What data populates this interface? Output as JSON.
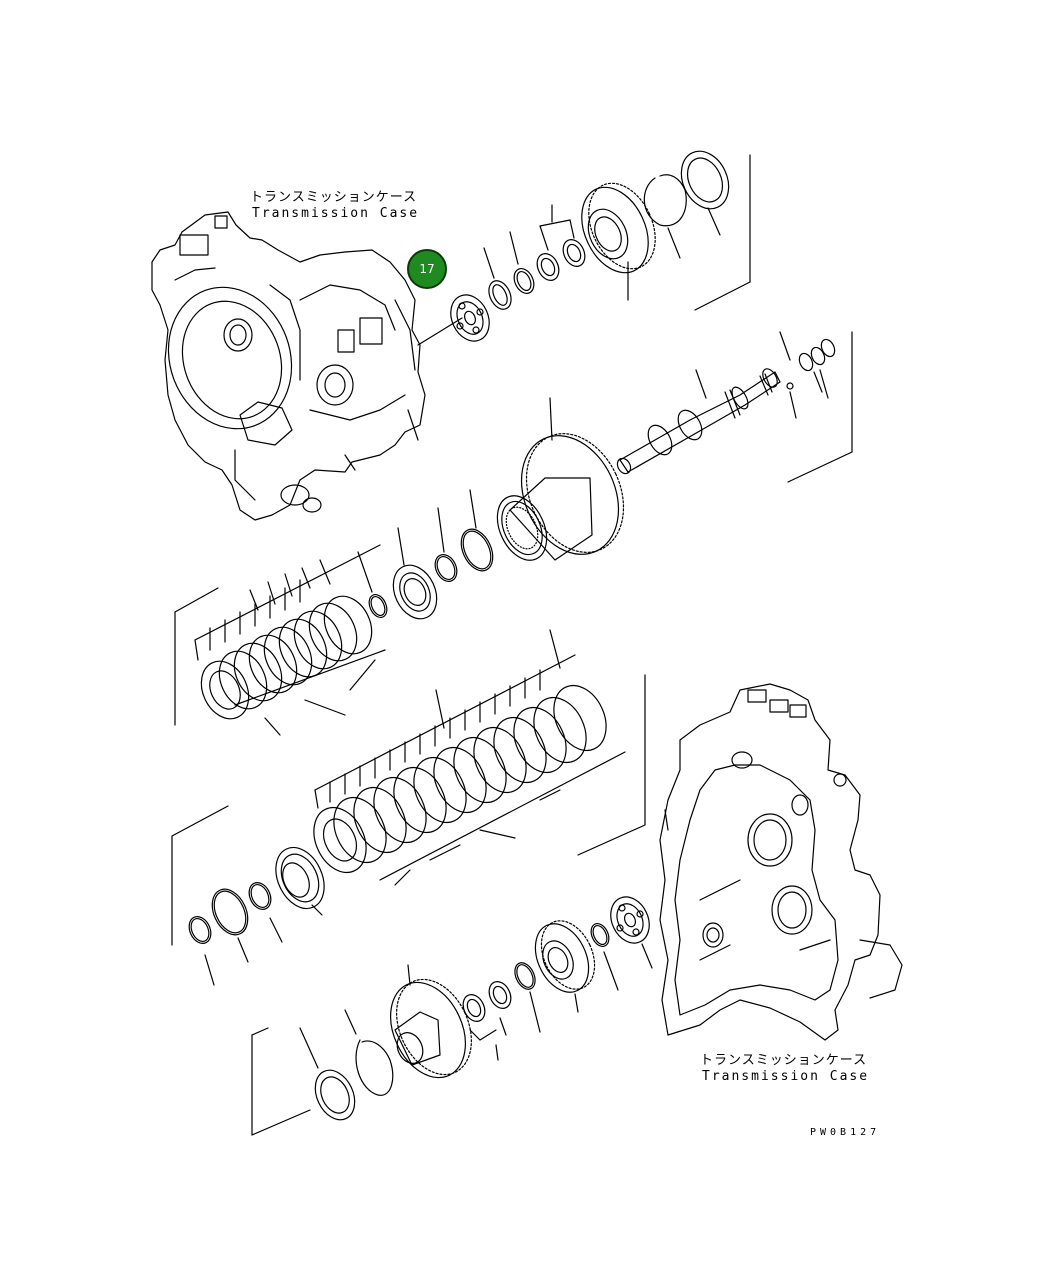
{
  "labels": {
    "top_case_jp": "トランスミッションケース",
    "top_case_en": "Transmission Case",
    "bottom_case_jp": "トランスミッションケース",
    "bottom_case_en": "Transmission Case",
    "drawing_code": "PW0B127"
  },
  "callouts": [
    {
      "number": "17",
      "color": "#1f8a1f"
    }
  ],
  "colors": {
    "line": "#000000",
    "background": "#ffffff",
    "callout_fill": "#1f8a1f"
  }
}
